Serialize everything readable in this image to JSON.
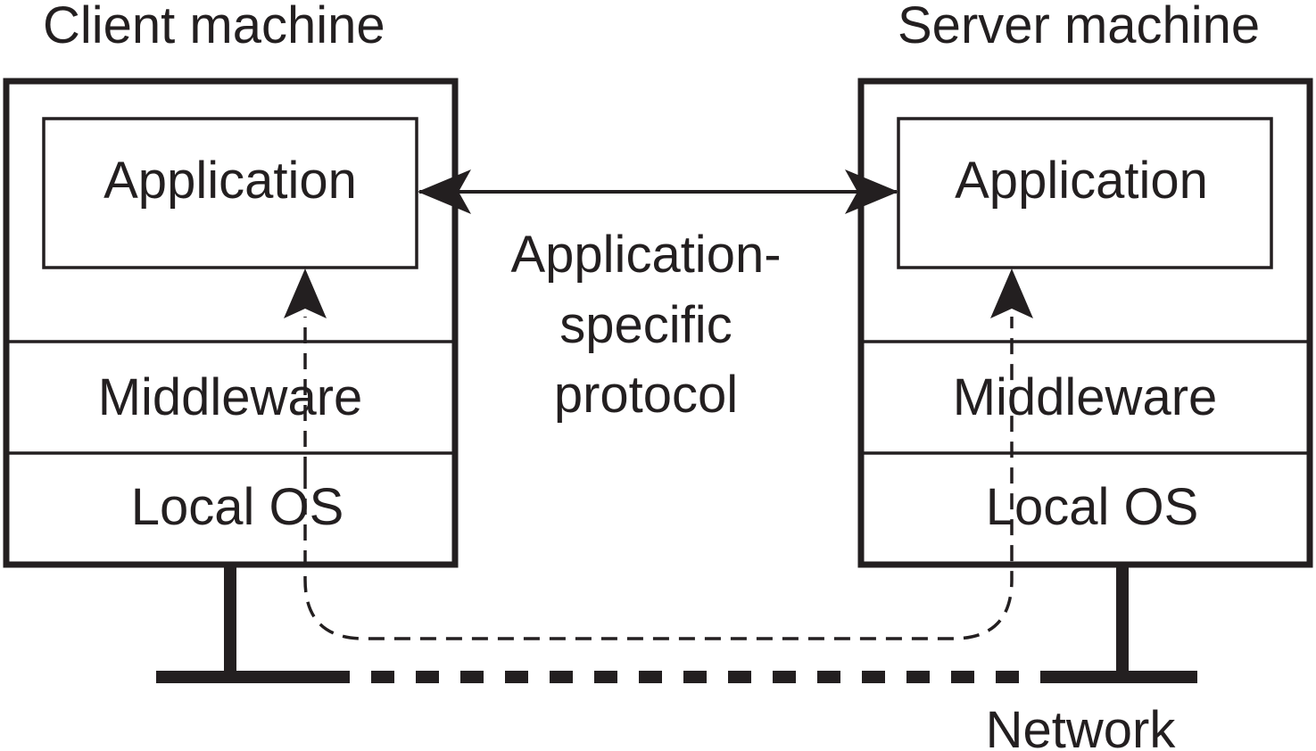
{
  "client": {
    "title": "Client machine",
    "application": "Application",
    "middleware": "Middleware",
    "local_os": "Local OS"
  },
  "server": {
    "title": "Server machine",
    "application": "Application",
    "middleware": "Middleware",
    "local_os": "Local OS"
  },
  "protocol": {
    "line1": "Application-",
    "line2": "specific",
    "line3": "protocol"
  },
  "network": {
    "label": "Network"
  },
  "colors": {
    "ink": "#231f20",
    "background": "#ffffff"
  }
}
